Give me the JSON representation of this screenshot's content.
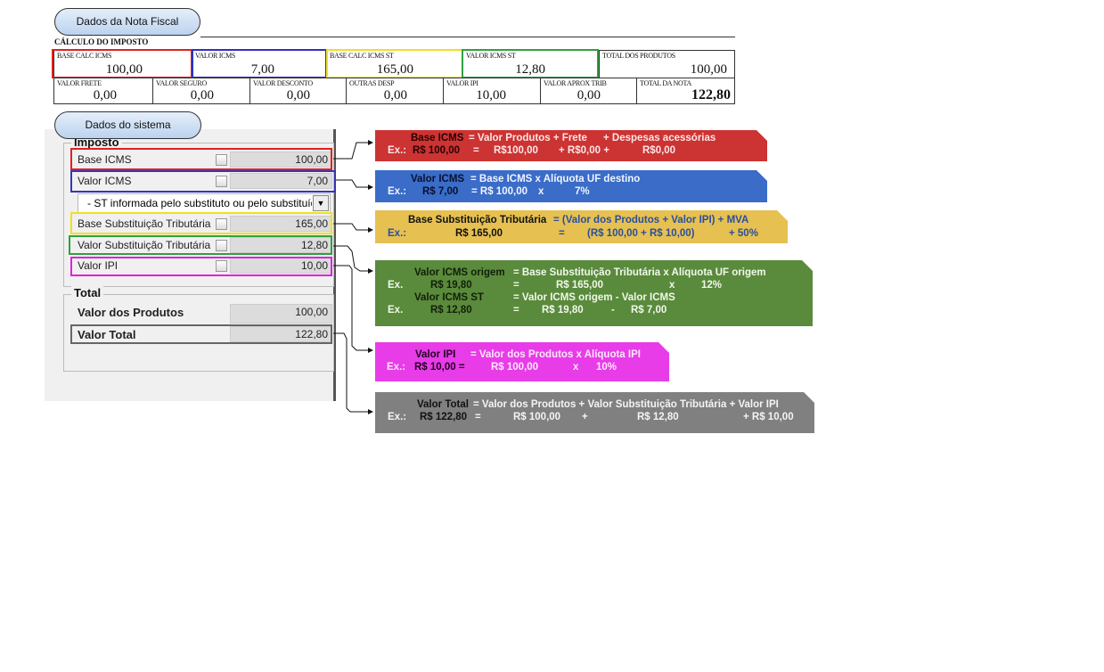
{
  "nota_fiscal": {
    "header": "Dados da Nota Fiscal",
    "section_title": "CÁLCULO DO IMPOSTO",
    "row1": [
      {
        "label": "BASE CALC ICMS",
        "value": "100,00"
      },
      {
        "label": "VALOR ICMS",
        "value": "7,00"
      },
      {
        "label": "BASE CALC ICMS ST",
        "value": "165,00"
      },
      {
        "label": "VALOR ICMS ST",
        "value": "12,80"
      },
      {
        "label": "TOTAL DOS PRODUTOS",
        "value": "100,00"
      }
    ],
    "row2": [
      {
        "label": "VALOR FRETE",
        "value": "0,00"
      },
      {
        "label": "VALOR SEGURO",
        "value": "0,00"
      },
      {
        "label": "VALOR DESCONTO",
        "value": "0,00"
      },
      {
        "label": "OUTRAS DESP",
        "value": "0,00"
      },
      {
        "label": "VALOR IPI",
        "value": "10,00"
      },
      {
        "label": "VALOR APROX TRIB",
        "value": "0,00"
      },
      {
        "label": "TOTAL DA NOTA",
        "value": "122,80"
      }
    ]
  },
  "sistema": {
    "header": "Dados do sistema",
    "imposto_legend": "Imposto",
    "rows": [
      {
        "label": "Base ICMS",
        "value": "100,00"
      },
      {
        "label": "Valor ICMS",
        "value": "7,00"
      },
      {
        "label": "Base Substituição Tributária",
        "value": "165,00"
      },
      {
        "label": "Valor Substituição Tributária",
        "value": "12,80"
      },
      {
        "label": "Valor IPI",
        "value": "10,00"
      }
    ],
    "st_select": "- ST informada pelo substituto ou pelo substituído",
    "total_legend": "Total",
    "valor_produtos_label": "Valor dos Produtos",
    "valor_produtos": "100,00",
    "valor_total_label": "Valor Total",
    "valor_total": "122,80"
  },
  "formulas": {
    "base_icms": {
      "color": "#cc3333",
      "l1": [
        "Base ICMS",
        "= Valor Produtos + Frete",
        "+ Despesas acessórias"
      ],
      "l2": [
        "Ex.:",
        "R$ 100,00",
        "=",
        "R$100,00",
        "+ R$0,00 +",
        "R$0,00"
      ]
    },
    "valor_icms": {
      "color": "#3a6cc8",
      "l1": [
        "Valor ICMS",
        "= Base ICMS x Alíquota UF destino"
      ],
      "l2": [
        "Ex.:",
        "R$ 7,00",
        "= R$ 100,00",
        "x",
        "7%"
      ]
    },
    "base_st": {
      "color": "#e6c050",
      "l1": [
        "Base Substituição Tributária",
        "= (Valor dos Produtos + Valor IPI) + MVA"
      ],
      "l2": [
        "Ex.:",
        "R$ 165,00",
        "=",
        "(R$ 100,00 + R$ 10,00)",
        "+ 50%"
      ]
    },
    "valor_st": {
      "color": "#5a8a3c",
      "l1": [
        "Valor ICMS origem",
        "= Base Substituição Tributária x Alíquota UF origem"
      ],
      "l2": [
        "Ex.",
        "R$ 19,80",
        "=",
        "R$ 165,00",
        "x",
        "12%"
      ],
      "l3": [
        "Valor ICMS ST",
        "= Valor ICMS origem - Valor ICMS"
      ],
      "l4": [
        "Ex.",
        "R$ 12,80",
        "=",
        "R$ 19,80",
        "-",
        "R$ 7,00"
      ]
    },
    "valor_ipi": {
      "color": "#e83ce8",
      "l1": [
        "Valor IPI",
        "= Valor dos Produtos x Alíquota IPI"
      ],
      "l2": [
        "Ex.:",
        "R$ 10,00 =",
        "R$ 100,00",
        "x",
        "10%"
      ]
    },
    "valor_total": {
      "color": "#808080",
      "l1": [
        "Valor Total",
        "= Valor dos Produtos + Valor Substituição Tributária + Valor IPI"
      ],
      "l2": [
        "Ex.:",
        "R$ 122,80",
        "=",
        "R$ 100,00",
        "+",
        "R$ 12,80",
        "+ R$ 10,00"
      ]
    }
  }
}
